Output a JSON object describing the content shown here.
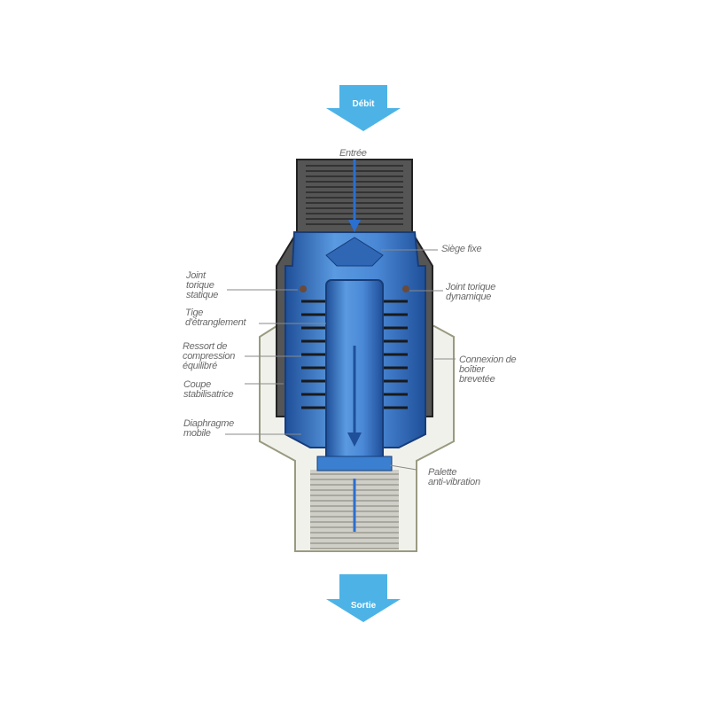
{
  "flow_in": "Débit",
  "flow_out": "Sortie",
  "labels": {
    "entree": "Entrée",
    "siege_fixe": "Siège fixe",
    "joint_statique": "Joint\ntorique\nstatique",
    "joint_dynamique": "Joint torique\ndynamique",
    "tige": "Tige\nd'étranglement",
    "ressort": "Ressort de\ncompression\néquilibré",
    "connexion": "Connexion de\nboîtier\nbrevetée",
    "coupe": "Coupe\nstabilisatrice",
    "diaphragme": "Diaphragme\nmobile",
    "palette": "Palette\nanti-vibration"
  },
  "colors": {
    "arrow": "#4db3e6",
    "blue": "#3a7fd0",
    "dark_blue": "#1f4f99",
    "housing": "#4a4a4a",
    "outer": "#f1f1ec"
  }
}
